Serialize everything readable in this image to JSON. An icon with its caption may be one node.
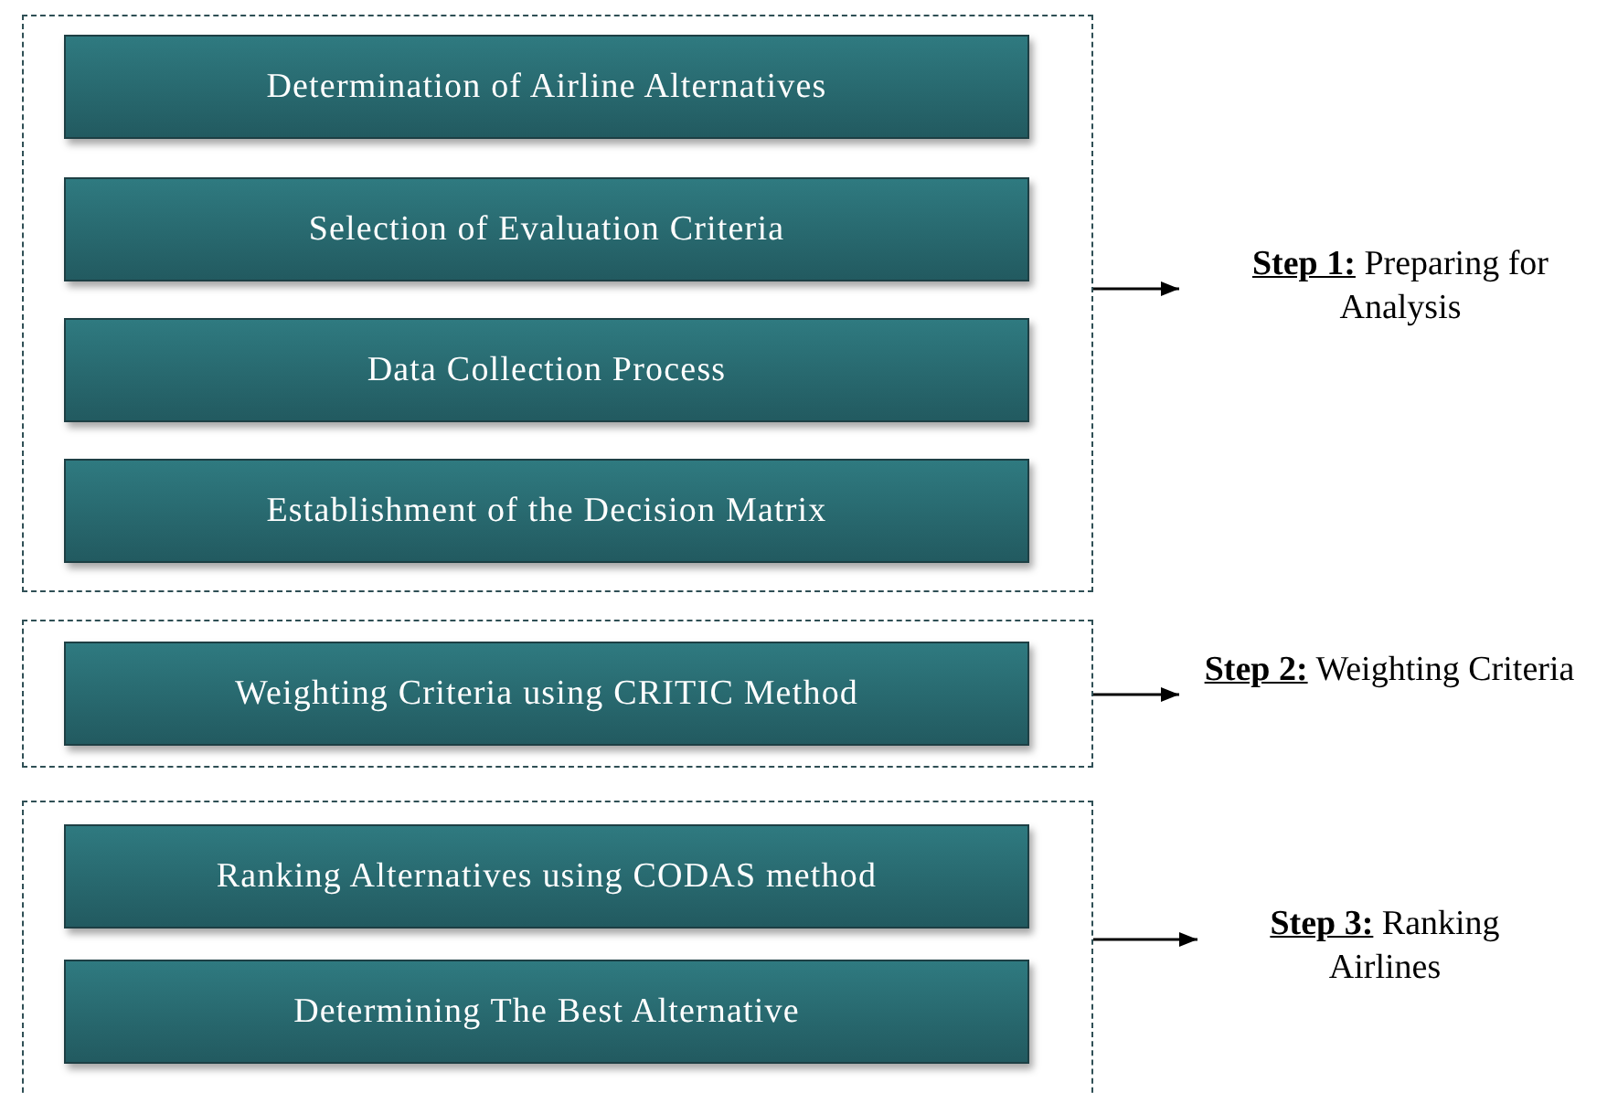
{
  "diagram": {
    "nodes": [
      {
        "text": [],
        "shape": "box"
      },
      {
        "text": [
          "Determination of Airline Alternatives"
        ],
        "in": 0
      },
      {
        "text": [
          "Selection of Evaluation Criteria"
        ],
        "in": 0
      },
      {
        "text": [
          "Data Collection Process"
        ],
        "in": 0
      },
      {
        "text": [
          "Establishment of the Decision Matrix"
        ],
        "in": 0
      },
      {
        "text": [],
        "shape": "box"
      },
      {
        "text": [
          "Weighting Criteria using CRITIC Method"
        ],
        "in": 5
      },
      {
        "text": [],
        "shape": "box"
      },
      {
        "text": [
          "Ranking Alternatives using CODAS method"
        ],
        "in": 7
      },
      {
        "text": [
          "Determining The Best Alternative"
        ],
        "in": 7
      },
      {
        "text": [
          "**Step 1:** Preparing for Analysis"
        ]
      },
      {
        "text": [
          "**Step 2:** Weighting Criteria"
        ]
      },
      {
        "text": [
          "**Step 3:** Ranking Airlines"
        ]
      }
    ],
    "edges": [
      {
        "from": 0,
        "to": 10,
        "arrow": "to"
      },
      {
        "from": 5,
        "to": 11,
        "arrow": "to"
      },
      {
        "from": 7,
        "to": 12,
        "arrow": "to"
      }
    ]
  }
}
